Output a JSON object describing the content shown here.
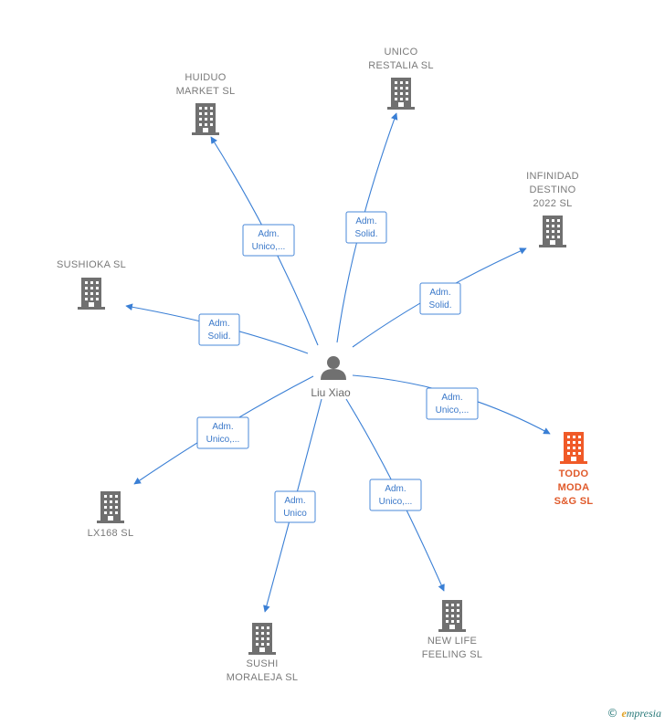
{
  "colors": {
    "edge": "#3a7fd5",
    "node_icon": "#707070",
    "node_icon_highlight": "#f05a28",
    "label": "#7a7a7a",
    "label_highlight": "#e05a2b",
    "role_border": "#4a88d8",
    "role_text": "#3a78c9"
  },
  "center": {
    "name": "Liu Xiao",
    "icon": "person-icon"
  },
  "nodes": [
    {
      "id": "unico",
      "lines": [
        "UNICO",
        "RESTALIA  SL"
      ],
      "role": [
        "Adm.",
        "Solid."
      ],
      "highlight": false
    },
    {
      "id": "huiduo",
      "lines": [
        "HUIDUO",
        "MARKET  SL"
      ],
      "role": [
        "Adm.",
        "Unico,..."
      ],
      "highlight": false
    },
    {
      "id": "infinidad",
      "lines": [
        "INFINIDAD",
        "DESTINO",
        "2022  SL"
      ],
      "role": [
        "Adm.",
        "Solid."
      ],
      "highlight": false
    },
    {
      "id": "sushioka",
      "lines": [
        "SUSHIOKA  SL"
      ],
      "role": [
        "Adm.",
        "Solid."
      ],
      "highlight": false
    },
    {
      "id": "todo",
      "lines": [
        "TODO",
        "MODA",
        "S&G  SL"
      ],
      "role": [
        "Adm.",
        "Unico,..."
      ],
      "highlight": true
    },
    {
      "id": "lx168",
      "lines": [
        "LX168  SL"
      ],
      "role": [
        "Adm.",
        "Unico,..."
      ],
      "highlight": false
    },
    {
      "id": "sushi",
      "lines": [
        "SUSHI",
        "MORALEJA  SL"
      ],
      "role": [
        "Adm.",
        "Unico"
      ],
      "highlight": false
    },
    {
      "id": "newlife",
      "lines": [
        "NEW LIFE",
        "FEELING  SL"
      ],
      "role": [
        "Adm.",
        "Unico,..."
      ],
      "highlight": false
    }
  ],
  "watermark": {
    "copyright": "©",
    "brand_initial": "e",
    "brand_rest": "mpresia"
  }
}
